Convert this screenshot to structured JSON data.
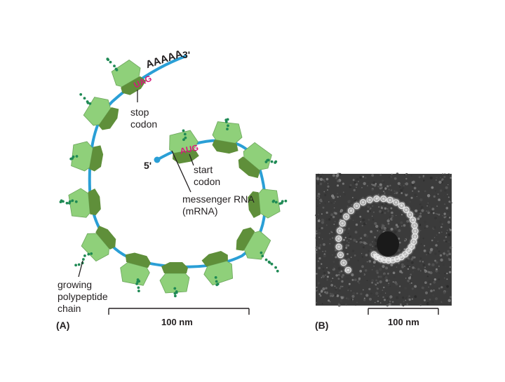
{
  "panel_a": {
    "letter": "(A)",
    "labels": {
      "poly_a": "AAAAA",
      "three_prime": "3'",
      "five_prime": "5'",
      "stop_codon_seq": "UAG",
      "start_codon_seq": "AUG",
      "stop_codon_line1": "stop",
      "stop_codon_line2": "codon",
      "start_codon_line1": "start",
      "start_codon_line2": "codon",
      "mrna_line1": "messenger RNA",
      "mrna_line2": "(mRNA)",
      "chain_line1": "growing",
      "chain_line2": "polypeptide",
      "chain_line3": "chain"
    },
    "scale_bar": "100 nm"
  },
  "panel_b": {
    "letter": "(B)",
    "scale_bar": "100 nm"
  },
  "colors": {
    "mrna": "#2a9fd6",
    "ribosome_light": "#8fd07a",
    "ribosome_dark": "#5f8f3a",
    "peptide": "#1f8a55",
    "codon": "#d6197a",
    "text": "#231f20"
  }
}
